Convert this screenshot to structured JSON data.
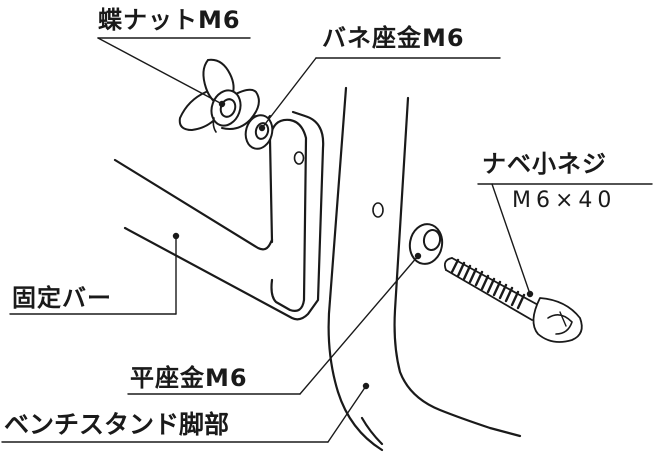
{
  "labels": {
    "wing_nut": "蝶ナットM6",
    "spring_washer": "バネ座金M6",
    "pan_screw_name": "ナベ小ネジ",
    "pan_screw_size": "M6×40",
    "fixing_bar": "固定バー",
    "flat_washer": "平座金M6",
    "bench_stand_leg": "ベンチスタンド脚部"
  },
  "colors": {
    "ink": "#1a1a1a",
    "paper": "#ffffff"
  }
}
